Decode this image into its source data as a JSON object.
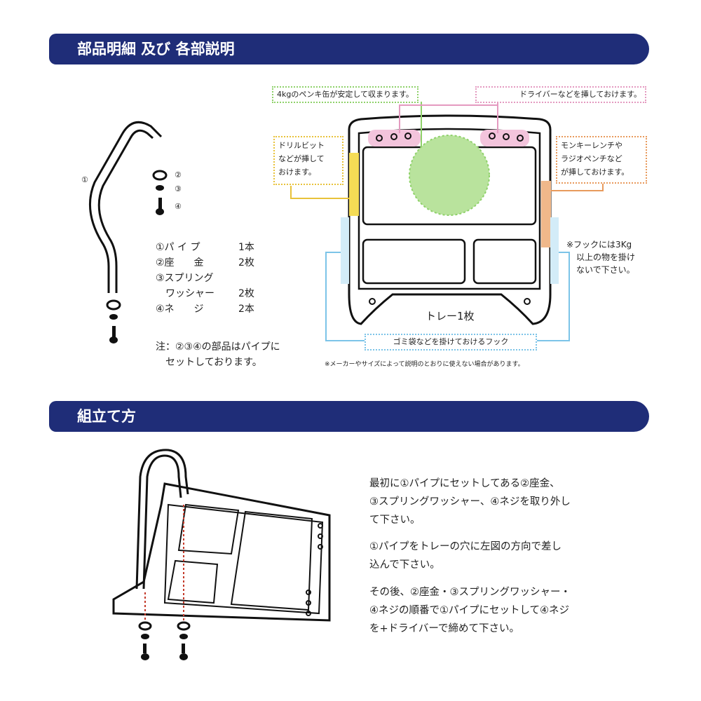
{
  "section1": {
    "title": "部品明細 及び 各部説明"
  },
  "section2": {
    "title": "組立て方"
  },
  "callouts": {
    "paint": "4kgのペンキ缶が安定して収まります。",
    "driver": "ドライバーなどを挿しておけます。",
    "drill": [
      "ドリルビット",
      "などが挿して",
      "おけます。"
    ],
    "wrench": [
      "モンキーレンチや",
      "ラジオペンチなど",
      "が挿しておけます。"
    ],
    "hook_warning": [
      "※フックには3Kg",
      "以上の物を掛け",
      "ないで下さい。"
    ],
    "tray": "トレー1枚",
    "hook": "ゴミ袋などを掛けておけるフック",
    "footnote": "※メーカーやサイズによって説明のとおりに使えない場合があります。"
  },
  "diagram_labels": {
    "n1": "①",
    "n2": "②",
    "n3": "③",
    "n4": "④"
  },
  "parts": [
    {
      "name": "①パ イ プ",
      "qty": "1本"
    },
    {
      "name": "②座　　金",
      "qty": "2枚"
    },
    {
      "name": "③スプリング",
      "qty": ""
    },
    {
      "name": "　ワッシャー",
      "qty": "2枚"
    },
    {
      "name": "④ネ　　ジ",
      "qty": "2本"
    }
  ],
  "note": [
    "注：②③④の部品はパイプに",
    "　セットしております。"
  ],
  "instructions": [
    [
      "最初に①パイプにセットしてある②座金、",
      "③スプリングワッシャー、④ネジを取り外し",
      "て下さい。"
    ],
    [
      "①パイプをトレーの穴に左図の方向で差し",
      "込んで下さい。"
    ],
    [
      "その後、②座金・③スプリングワッシャー・",
      "④ネジの順番で①パイプにセットして④ネジ",
      "を+ドライバーで締めて下さい。"
    ]
  ],
  "colors": {
    "banner": "#1f2d78",
    "green": "#8fd16a",
    "pink": "#e49ac0",
    "yellow": "#e8c23a",
    "orange": "#e89a5c",
    "blue": "#7cc4e8"
  }
}
